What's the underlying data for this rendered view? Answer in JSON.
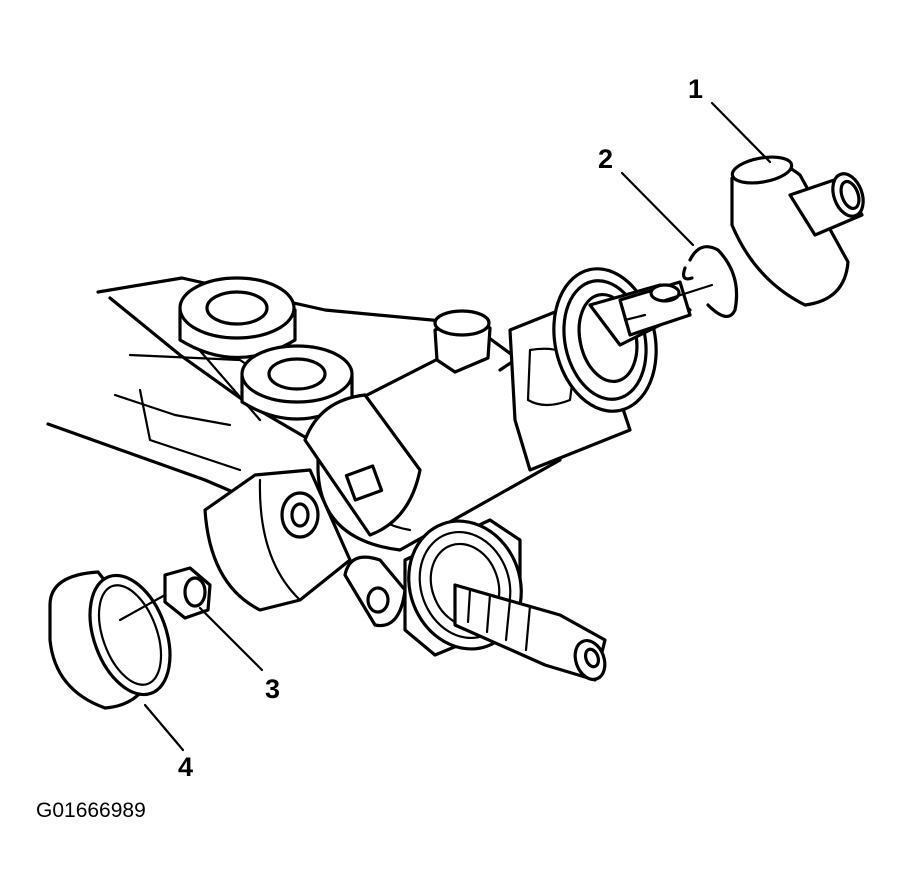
{
  "callouts": [
    {
      "id": "1",
      "part": "outer-boot"
    },
    {
      "id": "2",
      "part": "retaining-ring"
    },
    {
      "id": "3",
      "part": "hex-nut"
    },
    {
      "id": "4",
      "part": "end-cap"
    }
  ],
  "figure_code": "G01666989",
  "colors": {
    "line": "#000000",
    "background": "#ffffff",
    "shade": "#e8e8e8"
  }
}
